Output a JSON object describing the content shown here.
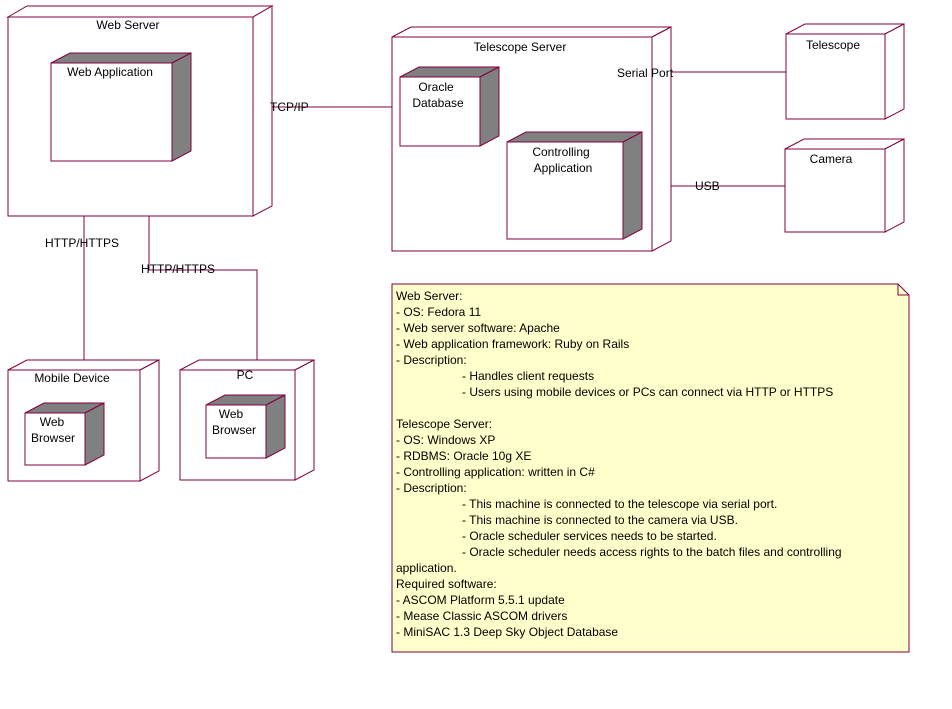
{
  "nodes": {
    "web_server": "Web Server",
    "web_application": "Web Application",
    "telescope_server": "Telescope Server",
    "oracle_database_1": "Oracle",
    "oracle_database_2": "Database",
    "controlling_application_1": "Controlling",
    "controlling_application_2": "Application",
    "telescope": "Telescope",
    "camera": "Camera",
    "mobile_device": "Mobile Device",
    "pc": "PC",
    "web_browser_1": "Web",
    "web_browser_2": "Browser"
  },
  "connections": {
    "tcp_ip": "TCP/IP",
    "serial_port": "Serial Port",
    "usb": "USB",
    "http_https_mobile": "HTTP/HTTPS",
    "http_https_pc": "HTTP/HTTPS"
  },
  "colors": {
    "line": "#800040",
    "node_fill": "#ffffff",
    "component_side": "#808080",
    "note_fill": "#ffffcc"
  },
  "note": {
    "web_server_title": "Web Server:",
    "web_os": "- OS: Fedora 11",
    "web_software": "- Web server software: Apache",
    "web_framework": "- Web application framework: Ruby on Rails",
    "web_desc_label": "- Description:",
    "web_desc_1": "- Handles client requests",
    "web_desc_2": "- Users using mobile devices or PCs can connect via HTTP or HTTPS",
    "tel_title": "Telescope Server:",
    "tel_os": "- OS: Windows XP",
    "tel_rdbms": "- RDBMS: Oracle 10g XE",
    "tel_app": "- Controlling application: written in C#",
    "tel_desc_label": "- Description:",
    "tel_desc_1": "- This machine is connected to the telescope via serial port.",
    "tel_desc_2": "- This machine is connected to the camera via USB.",
    "tel_desc_3": "- Oracle scheduler services needs to be started.",
    "tel_desc_4a": "- Oracle scheduler needs access rights to the batch files and controlling",
    "tel_desc_4b": "application.",
    "req_title": "Required software:",
    "req_1": "- ASCOM Platform 5.5.1 update",
    "req_2": "- Mease Classic ASCOM drivers",
    "req_3": "- MiniSAC 1.3 Deep Sky Object Database"
  }
}
